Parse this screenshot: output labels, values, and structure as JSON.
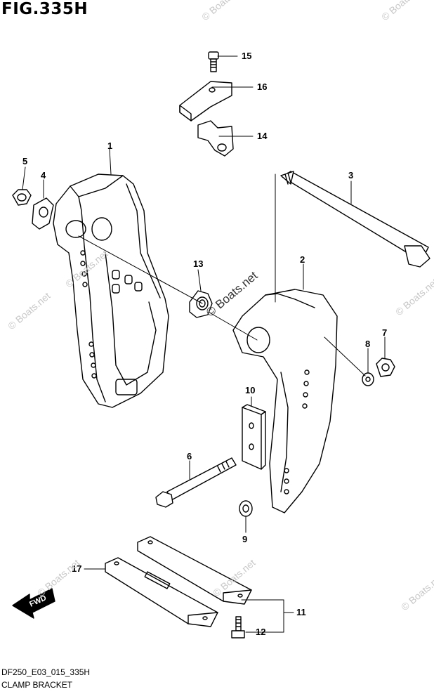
{
  "title": "FIG.335H",
  "callouts": [
    "1",
    "2",
    "3",
    "4",
    "5",
    "6",
    "7",
    "8",
    "9",
    "10",
    "11",
    "12",
    "13",
    "14",
    "15",
    "16",
    "17"
  ],
  "watermark": "© Boats.net",
  "watermark_center": "© Boats.net",
  "footer": {
    "code": "DF250_E03_015_335H",
    "caption": "CLAMP BRACKET"
  },
  "fwd_label": "FWD"
}
